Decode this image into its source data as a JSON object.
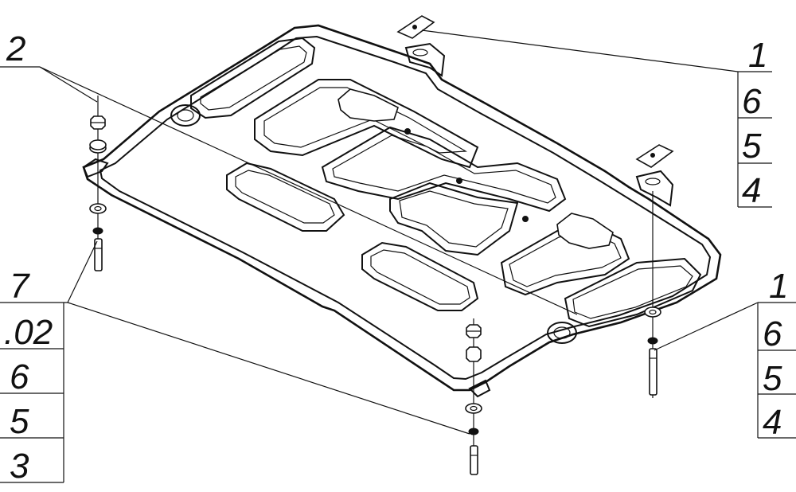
{
  "callouts": {
    "top_right": [
      "1",
      "6",
      "5",
      "4"
    ],
    "top_left": [
      "2"
    ],
    "bottom_left": [
      "7",
      ".02",
      "6",
      "5",
      "3"
    ],
    "bottom_right": [
      "1",
      "6",
      "5",
      "4"
    ]
  }
}
